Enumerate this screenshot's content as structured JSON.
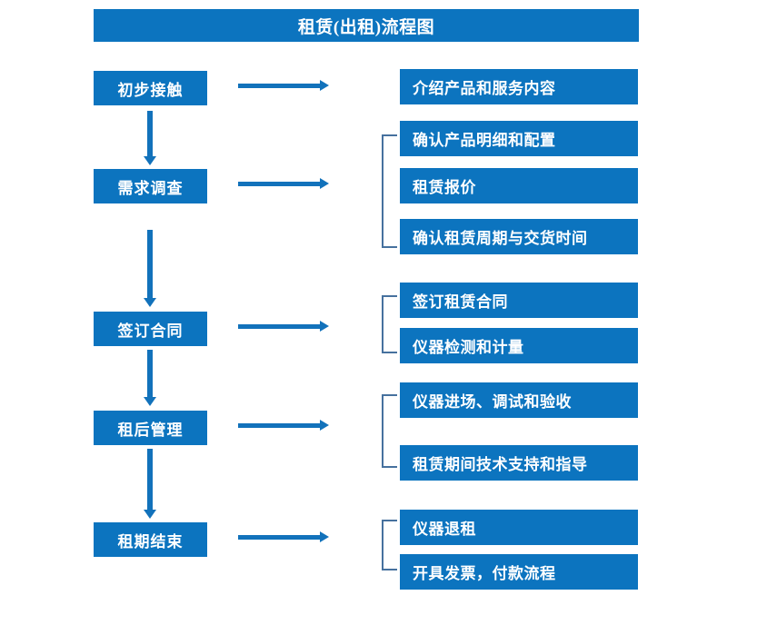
{
  "diagram": {
    "title": "租赁(出租)流程图",
    "colors": {
      "box_fill": "#0c74bf",
      "box_text": "#ffffff",
      "arrow": "#1272bb",
      "bracket": "#46719e",
      "background": "#ffffff"
    },
    "stages": [
      {
        "label": "初步接触"
      },
      {
        "label": "需求调查"
      },
      {
        "label": "签订合同"
      },
      {
        "label": "租后管理"
      },
      {
        "label": "租期结束"
      }
    ],
    "details": [
      {
        "label": "介绍产品和服务内容"
      },
      {
        "label": "确认产品明细和配置"
      },
      {
        "label": "租赁报价"
      },
      {
        "label": "确认租赁周期与交货时间"
      },
      {
        "label": "签订租赁合同"
      },
      {
        "label": "仪器检测和计量"
      },
      {
        "label": "仪器进场、调试和验收"
      },
      {
        "label": "租赁期间技术支持和指导"
      },
      {
        "label": "仪器退租"
      },
      {
        "label": "开具发票，付款流程"
      }
    ],
    "groups": [
      {
        "stage": "初步接触",
        "items": [
          "介绍产品和服务内容"
        ],
        "bracketed": false
      },
      {
        "stage": "需求调查",
        "items": [
          "确认产品明细和配置",
          "租赁报价",
          "确认租赁周期与交货时间"
        ],
        "bracketed": true
      },
      {
        "stage": "签订合同",
        "items": [
          "签订租赁合同",
          "仪器检测和计量"
        ],
        "bracketed": true
      },
      {
        "stage": "租后管理",
        "items": [
          "仪器进场、调试和验收",
          "租赁期间技术支持和指导"
        ],
        "bracketed": true
      },
      {
        "stage": "租期结束",
        "items": [
          "仪器退租",
          "开具发票，付款流程"
        ],
        "bracketed": true
      }
    ],
    "flow_order": [
      "初步接触",
      "需求调查",
      "签订合同",
      "租后管理",
      "租期结束"
    ]
  }
}
